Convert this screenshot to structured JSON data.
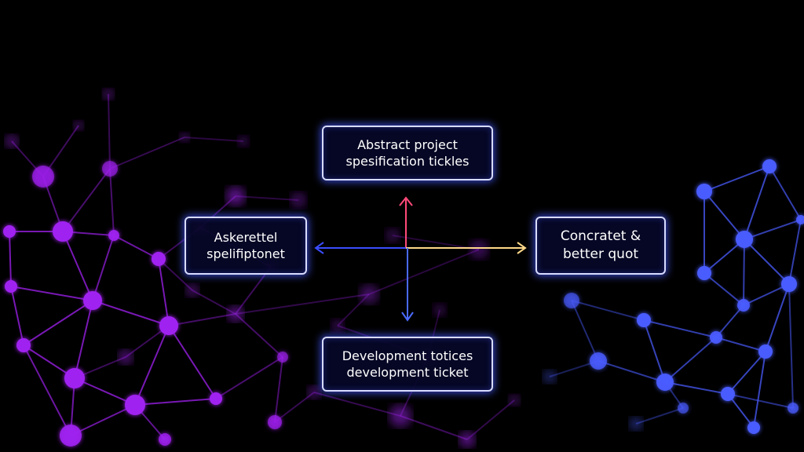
{
  "diagram": {
    "nodes": [
      {
        "id": "top",
        "lines": [
          "Abstract project",
          "spesification tickles"
        ]
      },
      {
        "id": "left",
        "lines": [
          "Askerettel",
          "spelifiptonet"
        ]
      },
      {
        "id": "right",
        "lines": [
          "Concratet &",
          "better quot"
        ]
      },
      {
        "id": "bottom",
        "lines": [
          "Development totices",
          "development ticket"
        ]
      }
    ],
    "arrows": [
      {
        "from": "center",
        "to": "top",
        "color": "#ff4a7a"
      },
      {
        "from": "center",
        "to": "left",
        "color": "#3b4dff"
      },
      {
        "from": "center",
        "to": "right",
        "color": "#ffd98a"
      },
      {
        "from": "center",
        "to": "bottom",
        "color": "#4a6aff"
      }
    ]
  },
  "colors": {
    "background": "#000000",
    "network_left": "#a020f0",
    "network_right": "#4a5cff",
    "box_border": "#d8dcff",
    "box_glow": "#4656ff"
  }
}
